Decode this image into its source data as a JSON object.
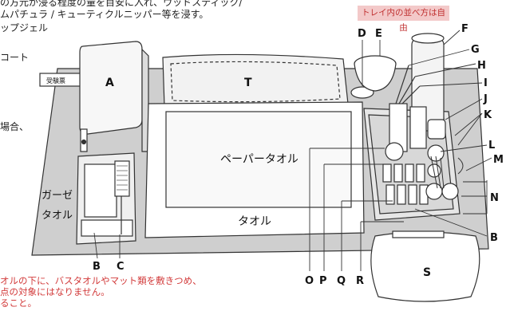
{
  "intro": {
    "line1": "の方元が浸る程度の量を目安に入れ、ウッドスティック/",
    "line2": "ムパチュラ / キューティクルニッパー等を浸す。",
    "line3": "ップジェル",
    "coat": "コート",
    "case": "場合、"
  },
  "banner": "トレイ内の並べ方は自由",
  "tray_items": {
    "A": "A",
    "T": "T",
    "paper_towel": "ペーパータオル",
    "towel": "タオル",
    "gauze": "ガーゼ",
    "gauze_towel": "タオル",
    "exam_ticket": "受験票",
    "S": "S"
  },
  "callouts": {
    "D": "D",
    "E": "E",
    "F": "F",
    "G": "G",
    "H": "H",
    "I": "I",
    "J": "J",
    "K": "K",
    "L": "L",
    "M": "M",
    "N": "N",
    "B_right": "B",
    "B_bottom": "B",
    "C": "C",
    "O": "O",
    "P": "P",
    "Q": "Q",
    "R": "R"
  },
  "note": {
    "line1": "オルの下に、バスタオルやマット類を敷きつめ、",
    "line2": "点の対象にはなりません。",
    "line3": "ること。"
  },
  "colors": {
    "desk": "#cfcfcf",
    "line": "#333333",
    "banner_bg": "#f3c9c9",
    "note_red": "#d23a3a"
  }
}
